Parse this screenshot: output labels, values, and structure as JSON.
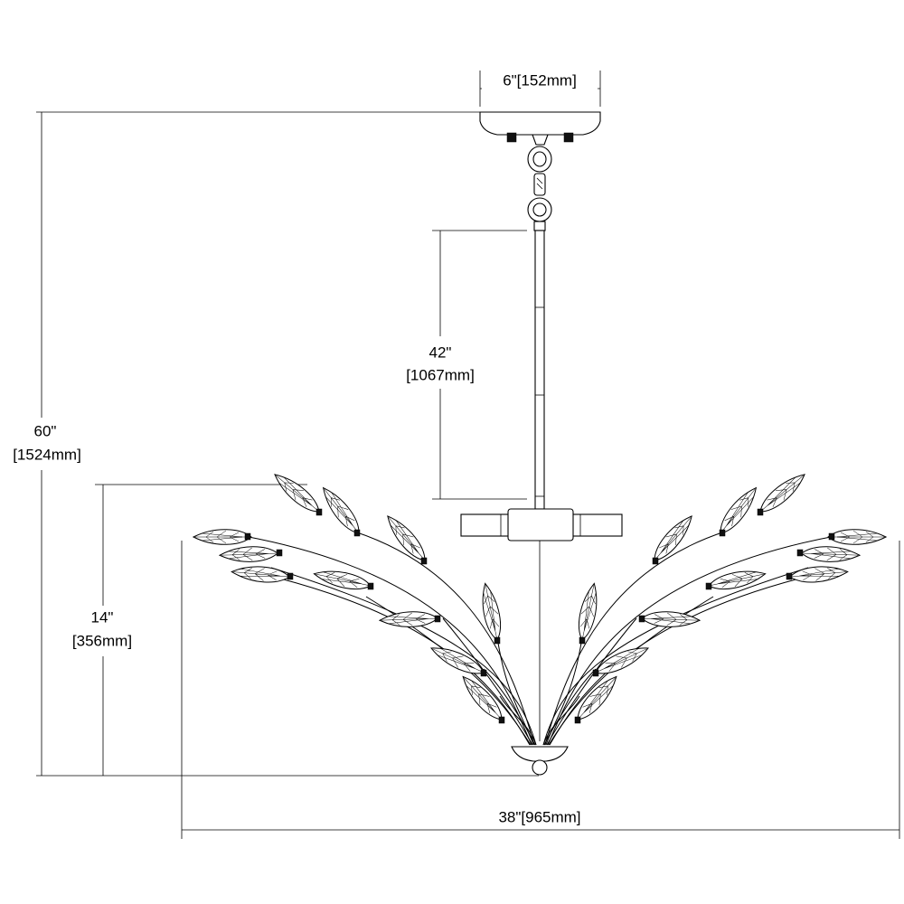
{
  "dimensions": {
    "canopy_width": "6\"[152mm]",
    "downrod_height": {
      "imperial": "42\"",
      "metric": "[1067mm]"
    },
    "overall_height": {
      "imperial": "60\"",
      "metric": "[1524mm]"
    },
    "fixture_height": {
      "imperial": "14\"",
      "metric": "[356mm]"
    },
    "fixture_width": "38\"[965mm]"
  }
}
